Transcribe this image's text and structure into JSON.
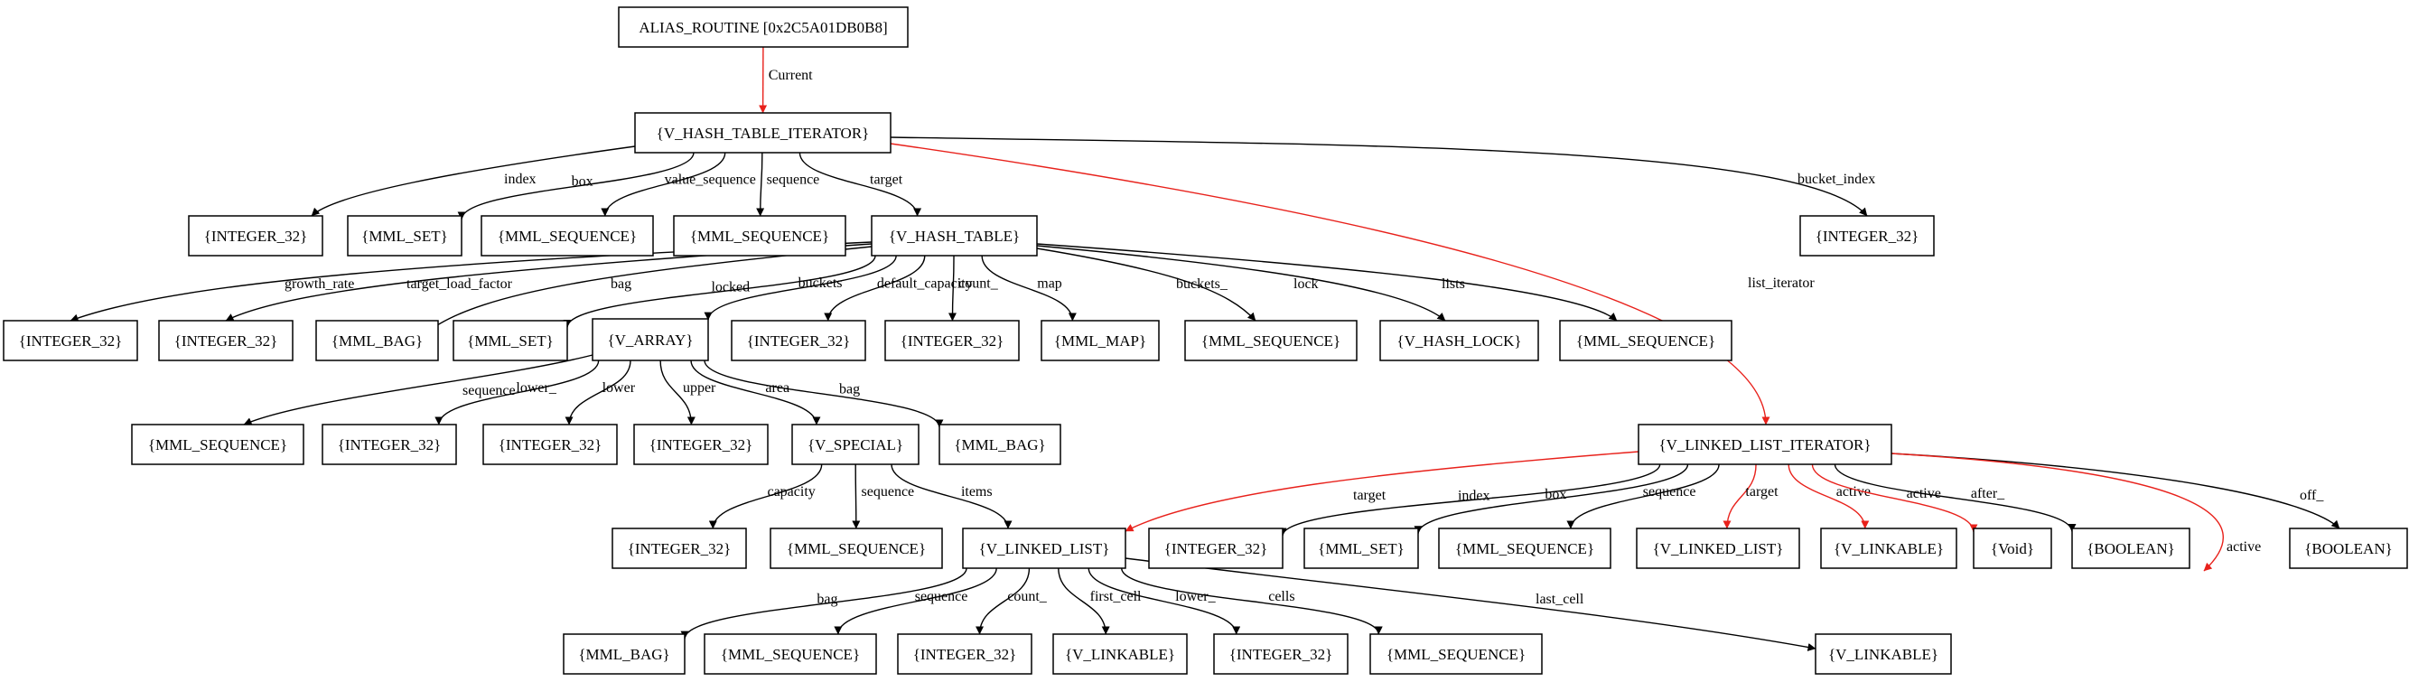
{
  "colors": {
    "default_edge": "#000000",
    "highlight_edge": "#e8211b",
    "root_border": "#b030d8",
    "current_border": "#2222dd",
    "node_fill": "#ffffff"
  },
  "nodes": [
    {
      "id": "alias_routine",
      "label": "ALIAS_ROUTINE [0x2C5A01DB0B8]",
      "border": "root"
    },
    {
      "id": "v_hash_table_iterator",
      "label": "{V_HASH_TABLE_ITERATOR}",
      "border": "current"
    },
    {
      "id": "hti_integer_32",
      "label": "{INTEGER_32}"
    },
    {
      "id": "hti_mml_set",
      "label": "{MML_SET}"
    },
    {
      "id": "hti_mml_sequence_value",
      "label": "{MML_SEQUENCE}"
    },
    {
      "id": "hti_mml_sequence",
      "label": "{MML_SEQUENCE}"
    },
    {
      "id": "v_hash_table",
      "label": "{V_HASH_TABLE}"
    },
    {
      "id": "hti_bucket_index",
      "label": "{INTEGER_32}"
    },
    {
      "id": "ht_growth_rate",
      "label": "{INTEGER_32}"
    },
    {
      "id": "ht_target_load_factor",
      "label": "{INTEGER_32}"
    },
    {
      "id": "ht_bag",
      "label": "{MML_BAG}"
    },
    {
      "id": "ht_locked",
      "label": "{MML_SET}"
    },
    {
      "id": "v_array",
      "label": "{V_ARRAY}"
    },
    {
      "id": "ht_default_capacity",
      "label": "{INTEGER_32}"
    },
    {
      "id": "ht_count",
      "label": "{INTEGER_32}"
    },
    {
      "id": "ht_map",
      "label": "{MML_MAP}"
    },
    {
      "id": "ht_buckets_",
      "label": "{MML_SEQUENCE}"
    },
    {
      "id": "v_hash_lock",
      "label": "{V_HASH_LOCK}"
    },
    {
      "id": "ht_lists",
      "label": "{MML_SEQUENCE}"
    },
    {
      "id": "va_sequence",
      "label": "{MML_SEQUENCE}"
    },
    {
      "id": "va_lower_",
      "label": "{INTEGER_32}"
    },
    {
      "id": "va_lower",
      "label": "{INTEGER_32}"
    },
    {
      "id": "va_upper",
      "label": "{INTEGER_32}"
    },
    {
      "id": "v_special",
      "label": "{V_SPECIAL}"
    },
    {
      "id": "va_bag",
      "label": "{MML_BAG}"
    },
    {
      "id": "v_linked_list_iterator",
      "label": "{V_LINKED_LIST_ITERATOR}"
    },
    {
      "id": "vs_capacity",
      "label": "{INTEGER_32}"
    },
    {
      "id": "vs_sequence",
      "label": "{MML_SEQUENCE}"
    },
    {
      "id": "v_linked_list",
      "label": "{V_LINKED_LIST}"
    },
    {
      "id": "lli_index",
      "label": "{INTEGER_32}"
    },
    {
      "id": "lli_box",
      "label": "{MML_SET}"
    },
    {
      "id": "lli_sequence",
      "label": "{MML_SEQUENCE}"
    },
    {
      "id": "lli_target2",
      "label": "{V_LINKED_LIST}"
    },
    {
      "id": "lli_active_linkable",
      "label": "{V_LINKABLE}"
    },
    {
      "id": "lli_void",
      "label": "{Void}"
    },
    {
      "id": "lli_after_",
      "label": "{BOOLEAN}"
    },
    {
      "id": "lli_off_",
      "label": "{BOOLEAN}"
    },
    {
      "id": "ll_bag",
      "label": "{MML_BAG}"
    },
    {
      "id": "ll_sequence",
      "label": "{MML_SEQUENCE}"
    },
    {
      "id": "ll_count_",
      "label": "{INTEGER_32}"
    },
    {
      "id": "ll_first_cell",
      "label": "{V_LINKABLE}"
    },
    {
      "id": "ll_lower_",
      "label": "{INTEGER_32}"
    },
    {
      "id": "ll_cells",
      "label": "{MML_SEQUENCE}"
    },
    {
      "id": "ll_last_cell",
      "label": "{V_LINKABLE}"
    }
  ],
  "edges": [
    {
      "from": "alias_routine",
      "to": "v_hash_table_iterator",
      "label": "Current",
      "highlight": true
    },
    {
      "from": "v_hash_table_iterator",
      "to": "hti_integer_32",
      "label": "index"
    },
    {
      "from": "v_hash_table_iterator",
      "to": "hti_mml_set",
      "label": "box"
    },
    {
      "from": "v_hash_table_iterator",
      "to": "hti_mml_sequence_value",
      "label": "value_sequence"
    },
    {
      "from": "v_hash_table_iterator",
      "to": "hti_mml_sequence",
      "label": "sequence"
    },
    {
      "from": "v_hash_table_iterator",
      "to": "v_hash_table",
      "label": "target"
    },
    {
      "from": "v_hash_table_iterator",
      "to": "hti_bucket_index",
      "label": "bucket_index"
    },
    {
      "from": "v_hash_table_iterator",
      "to": "v_linked_list_iterator",
      "label": "list_iterator",
      "highlight": true
    },
    {
      "from": "v_hash_table",
      "to": "ht_growth_rate",
      "label": "growth_rate"
    },
    {
      "from": "v_hash_table",
      "to": "ht_target_load_factor",
      "label": "target_load_factor"
    },
    {
      "from": "v_hash_table",
      "to": "ht_bag",
      "label": "bag"
    },
    {
      "from": "v_hash_table",
      "to": "ht_locked",
      "label": "locked"
    },
    {
      "from": "v_hash_table",
      "to": "v_array",
      "label": "buckets"
    },
    {
      "from": "v_hash_table",
      "to": "ht_default_capacity",
      "label": "default_capacity"
    },
    {
      "from": "v_hash_table",
      "to": "ht_count",
      "label": "count_"
    },
    {
      "from": "v_hash_table",
      "to": "ht_map",
      "label": "map"
    },
    {
      "from": "v_hash_table",
      "to": "ht_buckets_",
      "label": "buckets_"
    },
    {
      "from": "v_hash_table",
      "to": "v_hash_lock",
      "label": "lock"
    },
    {
      "from": "v_hash_table",
      "to": "ht_lists",
      "label": "lists"
    },
    {
      "from": "v_array",
      "to": "va_sequence",
      "label": "sequence"
    },
    {
      "from": "v_array",
      "to": "va_lower_",
      "label": "lower_"
    },
    {
      "from": "v_array",
      "to": "va_lower",
      "label": "lower"
    },
    {
      "from": "v_array",
      "to": "va_upper",
      "label": "upper"
    },
    {
      "from": "v_array",
      "to": "v_special",
      "label": "area"
    },
    {
      "from": "v_array",
      "to": "va_bag",
      "label": "bag"
    },
    {
      "from": "v_special",
      "to": "vs_capacity",
      "label": "capacity"
    },
    {
      "from": "v_special",
      "to": "vs_sequence",
      "label": "sequence"
    },
    {
      "from": "v_special",
      "to": "v_linked_list",
      "label": "items"
    },
    {
      "from": "v_linked_list_iterator",
      "to": "v_linked_list",
      "label": "target",
      "highlight": true
    },
    {
      "from": "v_linked_list_iterator",
      "to": "lli_index",
      "label": "index"
    },
    {
      "from": "v_linked_list_iterator",
      "to": "lli_box",
      "label": "box"
    },
    {
      "from": "v_linked_list_iterator",
      "to": "lli_sequence",
      "label": "sequence"
    },
    {
      "from": "v_linked_list_iterator",
      "to": "lli_target2",
      "label": "target",
      "highlight": true
    },
    {
      "from": "v_linked_list_iterator",
      "to": "lli_active_linkable",
      "label": "active",
      "highlight": true
    },
    {
      "from": "v_linked_list_iterator",
      "to": "lli_void",
      "label": "active",
      "highlight": true
    },
    {
      "from": "v_linked_list_iterator",
      "to": "lli_after_",
      "label": "after_"
    },
    {
      "from": "v_linked_list_iterator",
      "to": "lli_off_",
      "label": "off_"
    },
    {
      "from": "v_linked_list_iterator",
      "to": "ll_last_cell",
      "label": "active",
      "highlight": true
    },
    {
      "from": "v_linked_list",
      "to": "ll_bag",
      "label": "bag"
    },
    {
      "from": "v_linked_list",
      "to": "ll_sequence",
      "label": "sequence"
    },
    {
      "from": "v_linked_list",
      "to": "ll_count_",
      "label": "count_"
    },
    {
      "from": "v_linked_list",
      "to": "ll_first_cell",
      "label": "first_cell"
    },
    {
      "from": "v_linked_list",
      "to": "ll_lower_",
      "label": "lower_"
    },
    {
      "from": "v_linked_list",
      "to": "ll_cells",
      "label": "cells"
    },
    {
      "from": "v_linked_list",
      "to": "ll_last_cell",
      "label": "last_cell"
    }
  ]
}
